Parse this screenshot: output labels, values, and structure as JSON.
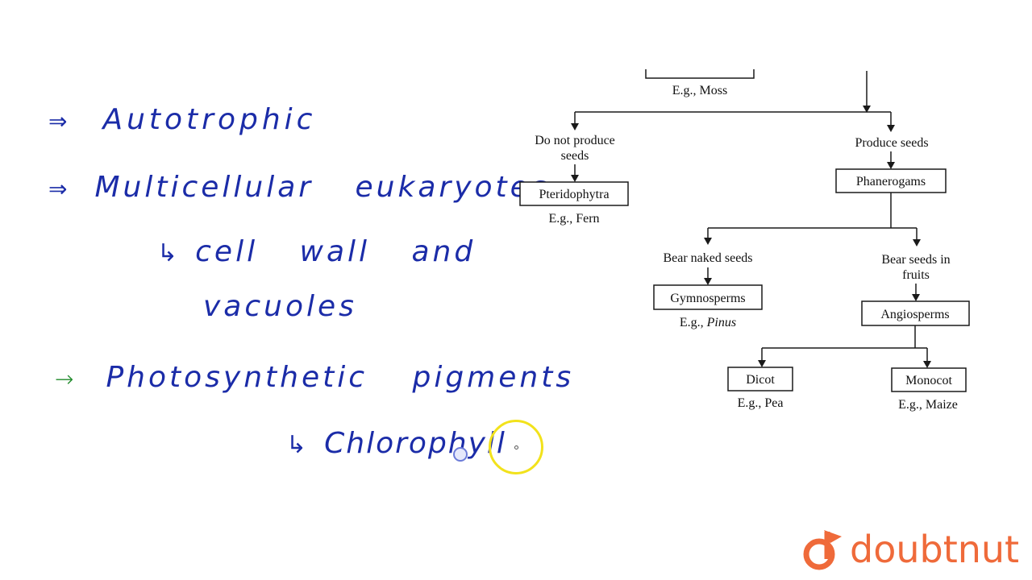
{
  "notes": {
    "line1": "Autotrophic",
    "line2": "Multicellular eukaryotes",
    "line3": "cell wall and",
    "line4": "vacuoles",
    "line5": "Photosynthetic pigments",
    "line6": "Chlorophyll",
    "arrow_symbol": "⇒",
    "green_arrow_symbol": "→",
    "hook_symbol": "↳"
  },
  "tree": {
    "moss_example": "E.g., Moss",
    "no_seeds_line1": "Do not produce",
    "no_seeds_line2": "seeds",
    "pteridophytra": "Pteridophytra",
    "fern_example": "E.g., Fern",
    "produce_seeds": "Produce seeds",
    "phanerogams": "Phanerogams",
    "naked_seeds": "Bear naked seeds",
    "gymnosperms": "Gymnosperms",
    "pinus_prefix": "E.g., ",
    "pinus": "Pinus",
    "fruits_line1": "Bear seeds in",
    "fruits_line2": "fruits",
    "angiosperms": "Angiosperms",
    "dicot": "Dicot",
    "pea_example": "E.g., Pea",
    "monocot": "Monocot",
    "maize_example": "E.g., Maize"
  },
  "brand": {
    "name": "doubtnut",
    "color": "#ef6a3a"
  },
  "colors": {
    "ink_blue": "#1b2ca8",
    "ink_green": "#1f8a2a",
    "cursor_ring": "#f2e21c"
  }
}
